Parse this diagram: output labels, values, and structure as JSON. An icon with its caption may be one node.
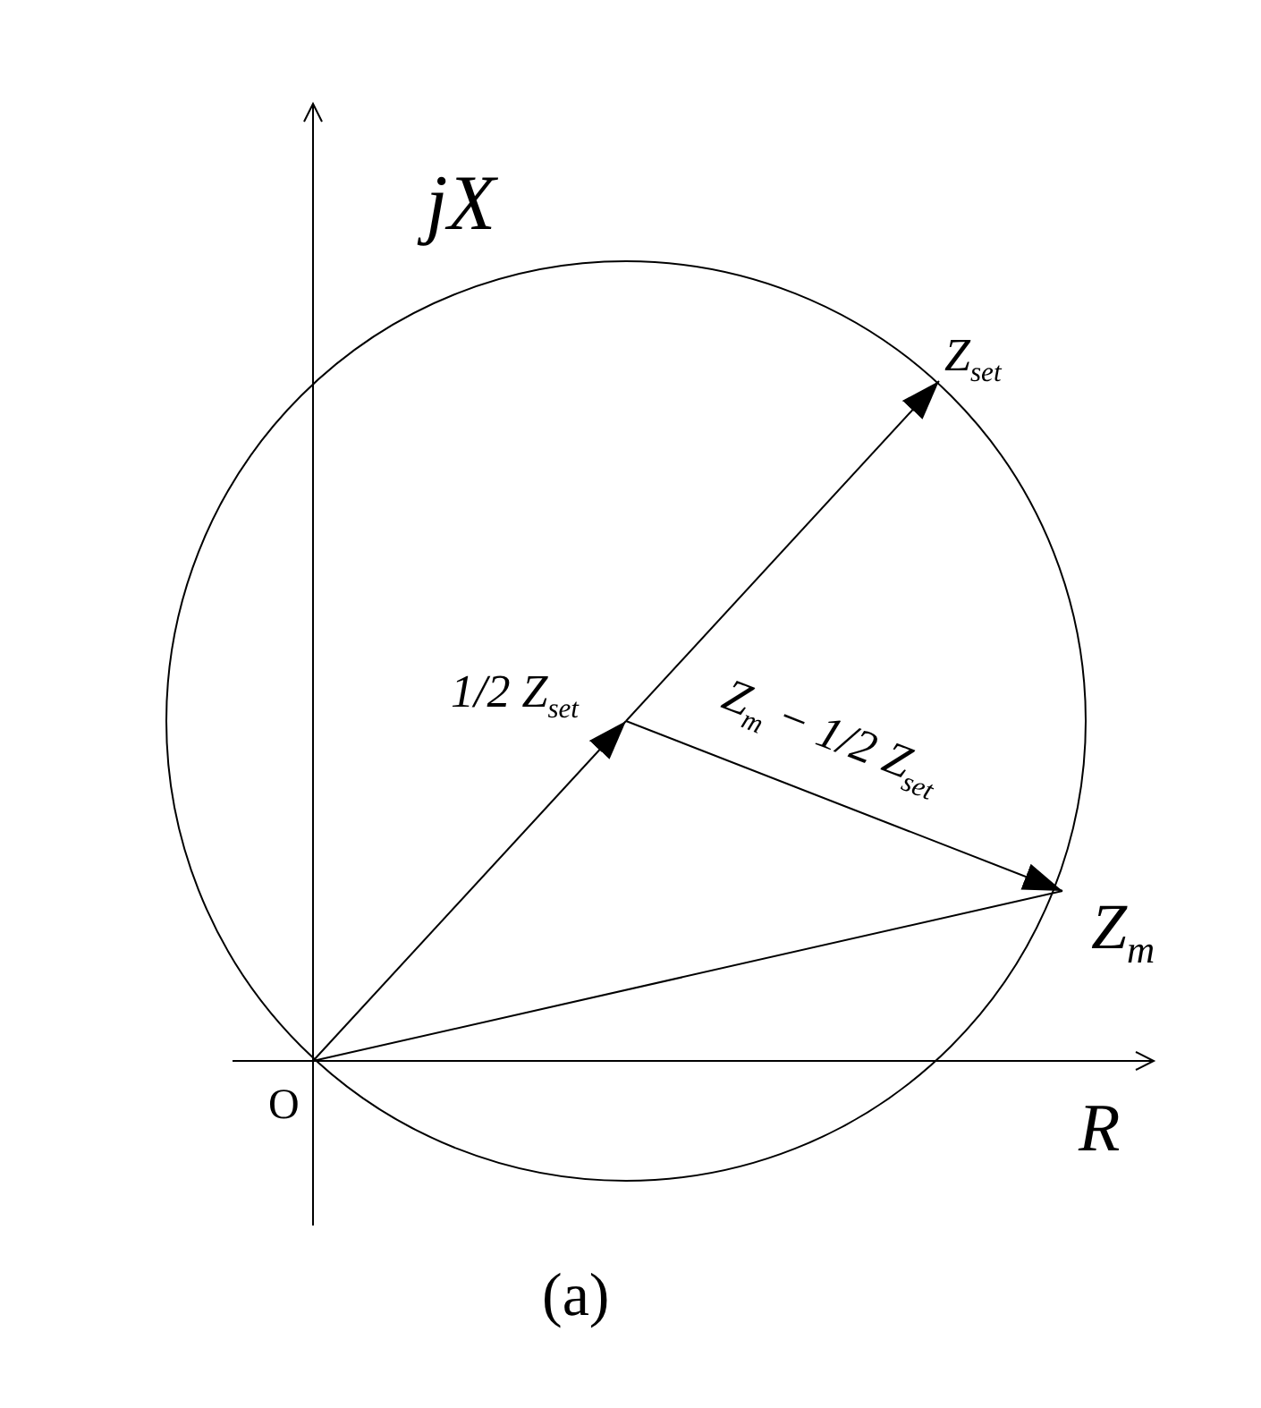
{
  "diagram": {
    "nodes": [
      {
        "text": [
          "O"
        ]
      },
      {
        "text": [
          "1/2 Z$_{set}$"
        ]
      },
      {
        "text": [
          "Z$_{set}$"
        ]
      },
      {
        "text": [
          "Z$_{m}$"
        ]
      }
    ],
    "edges": [
      {
        "from": 0,
        "to": 1,
        "arrow": "to"
      },
      {
        "from": 1,
        "to": 2,
        "arrow": "to"
      },
      {
        "from": 1,
        "to": 3,
        "arrow": "to",
        "label": "Z$_{m}$ − 1/2 Z$_{set}$"
      },
      {
        "from": 0,
        "to": 3,
        "arrow": "none"
      }
    ],
    "labels": [
      "jX",
      "R",
      "(a)"
    ]
  }
}
